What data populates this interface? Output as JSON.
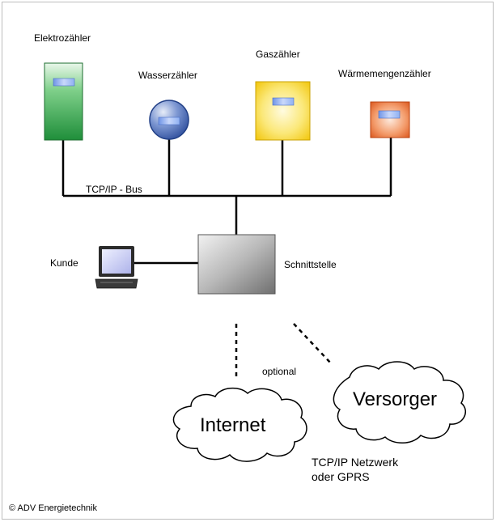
{
  "devices": {
    "elektro": "Elektrozähler",
    "wasser": "Wasserzähler",
    "gas": "Gaszähler",
    "waerme": "Wärmemengenzähler"
  },
  "bus_label": "TCP/IP - Bus",
  "kunde_label": "Kunde",
  "schnittstelle_label": "Schnittstelle",
  "optional_label": "optional",
  "clouds": {
    "internet": "Internet",
    "versorger": "Versorger"
  },
  "network": {
    "line1": "TCP/IP Netzwerk",
    "line2": "oder GPRS"
  },
  "copyright": "© ADV Energietechnik",
  "colors": {
    "elektro": "#2e9a4a",
    "wasser": "#2f57a6",
    "gas": "#f5d21a",
    "waerme": "#e0561a",
    "display": "#8fb0f2",
    "lines": "#000000"
  }
}
